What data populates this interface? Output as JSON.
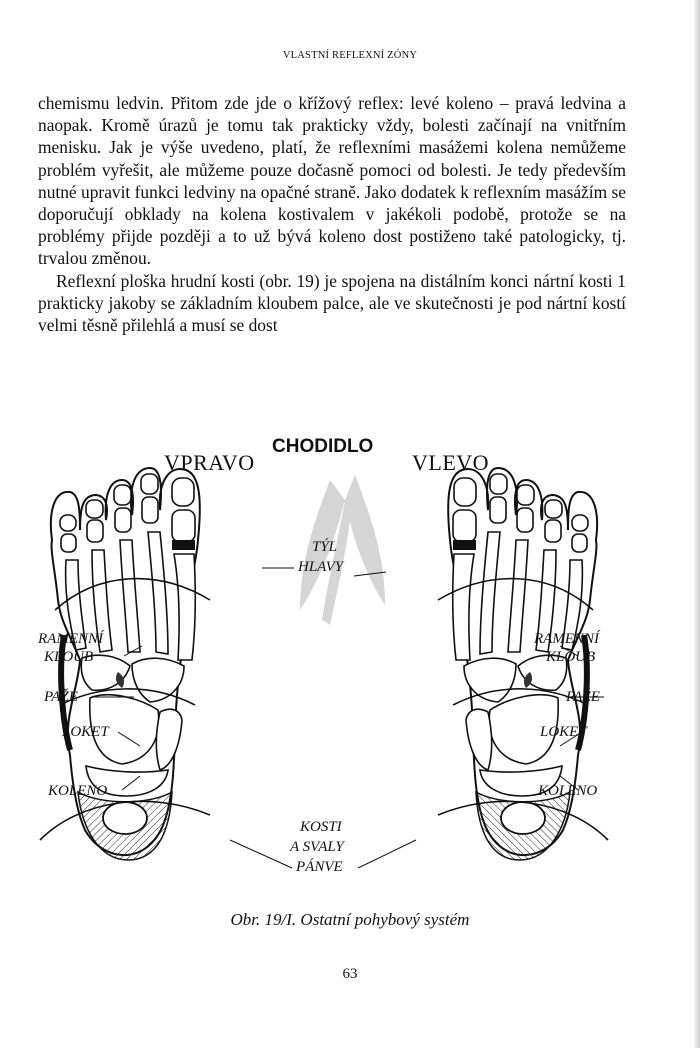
{
  "running_head": "VLASTNÍ REFLEXNÍ ZÓNY",
  "paragraphs": [
    "chemismu ledvin. Přitom zde jde o křížový reflex: levé koleno – pravá ledvina a naopak. Kromě úrazů je tomu tak prakticky vždy, bolesti začínají na vnitřním menisku. Jak je výše uvedeno, platí, že reflexními masážemi kolena nemůžeme problém vyřešit, ale můžeme pouze dočasně pomoci od bolesti. Je tedy především nutné upravit funkci ledviny na opačné straně. Jako dodatek k reflexním masážím se doporučují obklady na kolena kostivalem v jakékoli podobě, protože se na problémy přijde později a to už bývá koleno dost postiženo také patologicky, tj. trvalou změnou.",
    "Reflexní ploška hrudní kosti (obr. 19) je spojena na distálním konci nártní kosti 1 prakticky jakoby se základním kloubem palce, ale ve skutečnosti je pod nártní kostí velmi těsně přilehlá a musí se dost"
  ],
  "figure": {
    "title": "CHODIDLO",
    "right_side": "VPRAVO",
    "left_side": "VLEVO",
    "labels_left": {
      "shoulder_1": "RAMENNÍ",
      "shoulder_2": "KLOUB",
      "arm": "PAŽE",
      "elbow": "LOKET",
      "knee": "KOLENO"
    },
    "labels_right": {
      "shoulder_1": "RAMENNÍ",
      "shoulder_2": "KLOUB",
      "arm": "PAŽE",
      "elbow": "LOKET",
      "knee": "KOLENO"
    },
    "labels_center": {
      "occiput_1": "TÝL",
      "occiput_2": "HLAVY",
      "pelvis_1": "KOSTI",
      "pelvis_2": "A SVALY",
      "pelvis_3": "PÁNVE"
    }
  },
  "caption": "Obr. 19/I. Ostatní pohybový systém",
  "page_number": "63"
}
